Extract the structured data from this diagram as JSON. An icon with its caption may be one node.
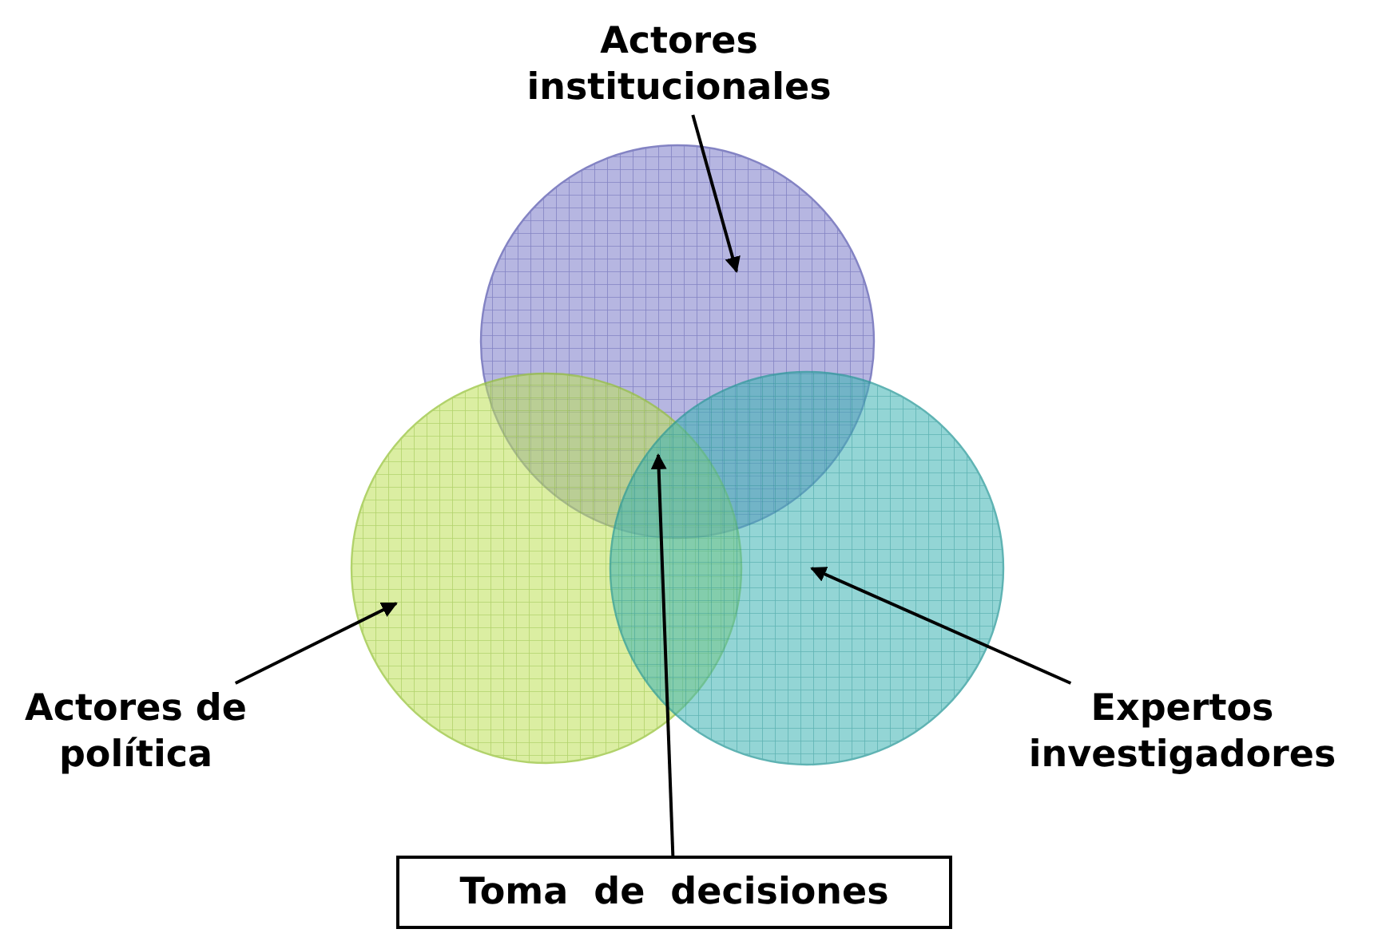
{
  "diagram": {
    "nodes": [
      {
        "text": [
          "Actores institucionales"
        ]
      },
      {
        "text": [],
        "shape": "circle"
      },
      {
        "text": [],
        "shape": "circle"
      },
      {
        "text": [],
        "shape": "circle"
      },
      {
        "text": [
          "Actores de política"
        ]
      },
      {
        "text": [
          "Expertos investigadores"
        ]
      },
      {
        "text": [
          "Toma de decisiones"
        ]
      }
    ],
    "edges": [
      {
        "from": 0,
        "to": 1,
        "arrow": "to"
      },
      {
        "from": 4,
        "to": 2,
        "arrow": "to"
      },
      {
        "from": 5,
        "to": 3,
        "arrow": "to"
      },
      {
        "from": 6,
        "to": 2,
        "arrow": "to"
      }
    ]
  }
}
